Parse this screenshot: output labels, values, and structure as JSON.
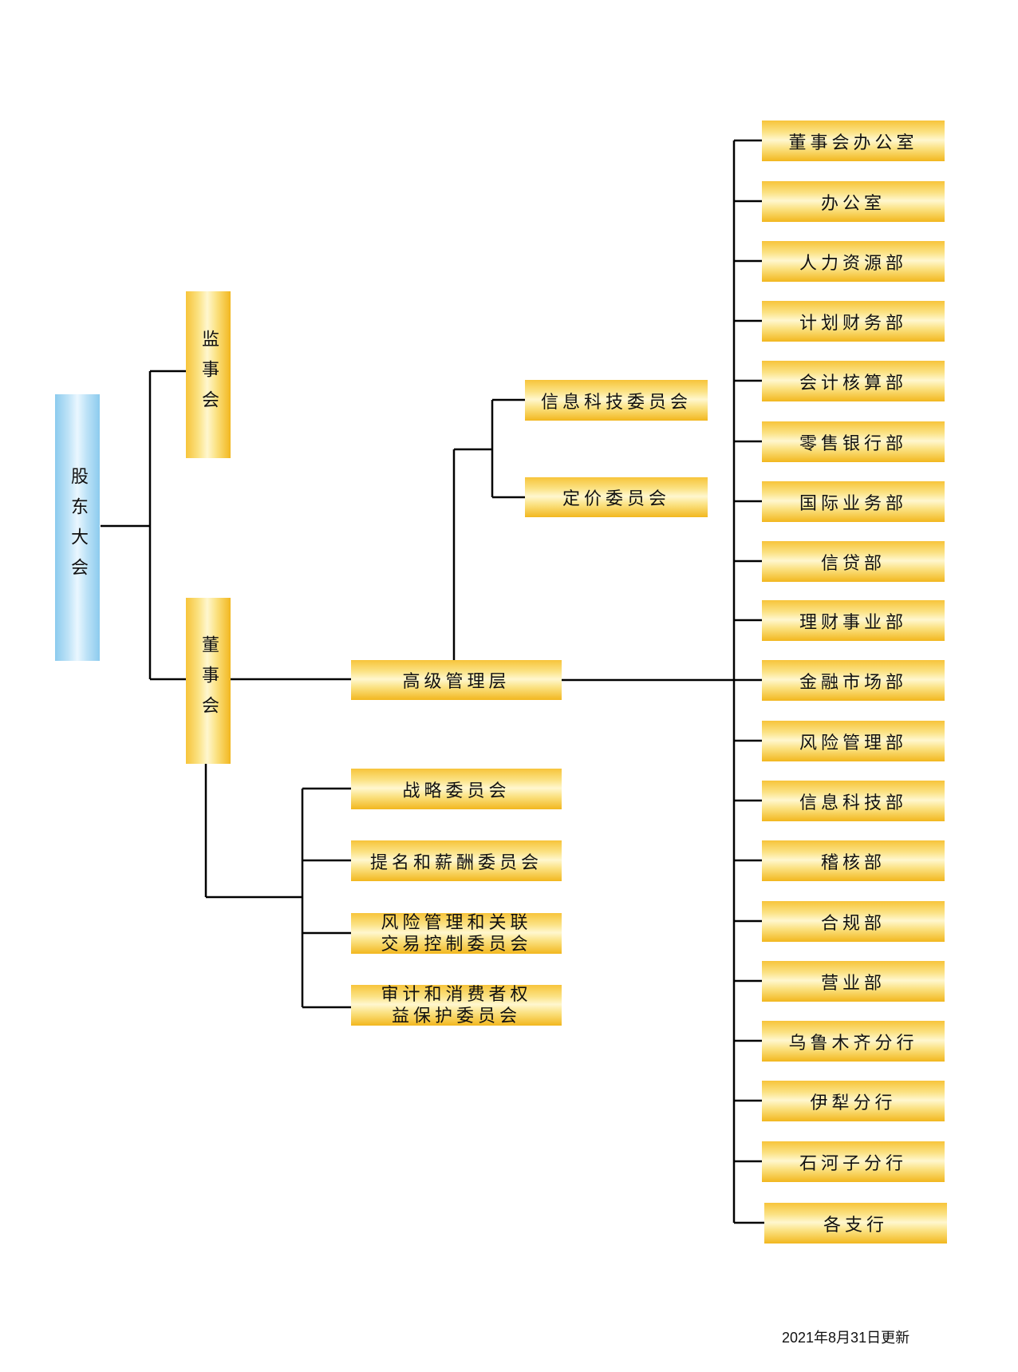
{
  "nodes": {
    "shareholders_meeting": "股东大会",
    "supervisory_board": "监事会",
    "board_of_directors": "董事会",
    "senior_management": "高级管理层",
    "it_committee": "信息科技委员会",
    "pricing_committee": "定价委员会",
    "strategy_committee": "战略委员会",
    "nomination_committee": "提名和薪酬委员会",
    "risk_committee": "风险管理和关联\n交易控制委员会",
    "audit_committee": "审计和消费者权\n益保护委员会"
  },
  "departments": [
    "董事会办公室",
    "办公室",
    "人力资源部",
    "计划财务部",
    "会计核算部",
    "零售银行部",
    "国际业务部",
    "信贷部",
    "理财事业部",
    "金融市场部",
    "风险管理部",
    "信息科技部",
    "稽核部",
    "合规部",
    "营业部",
    "乌鲁木齐分行",
    "伊犁分行",
    "石河子分行",
    "各支行"
  ],
  "footer": {
    "updated": "2021年8月31日更新"
  },
  "colors": {
    "box_gold": "#fbe283",
    "box_blue": "#bfe3f7",
    "line": "#000000"
  }
}
